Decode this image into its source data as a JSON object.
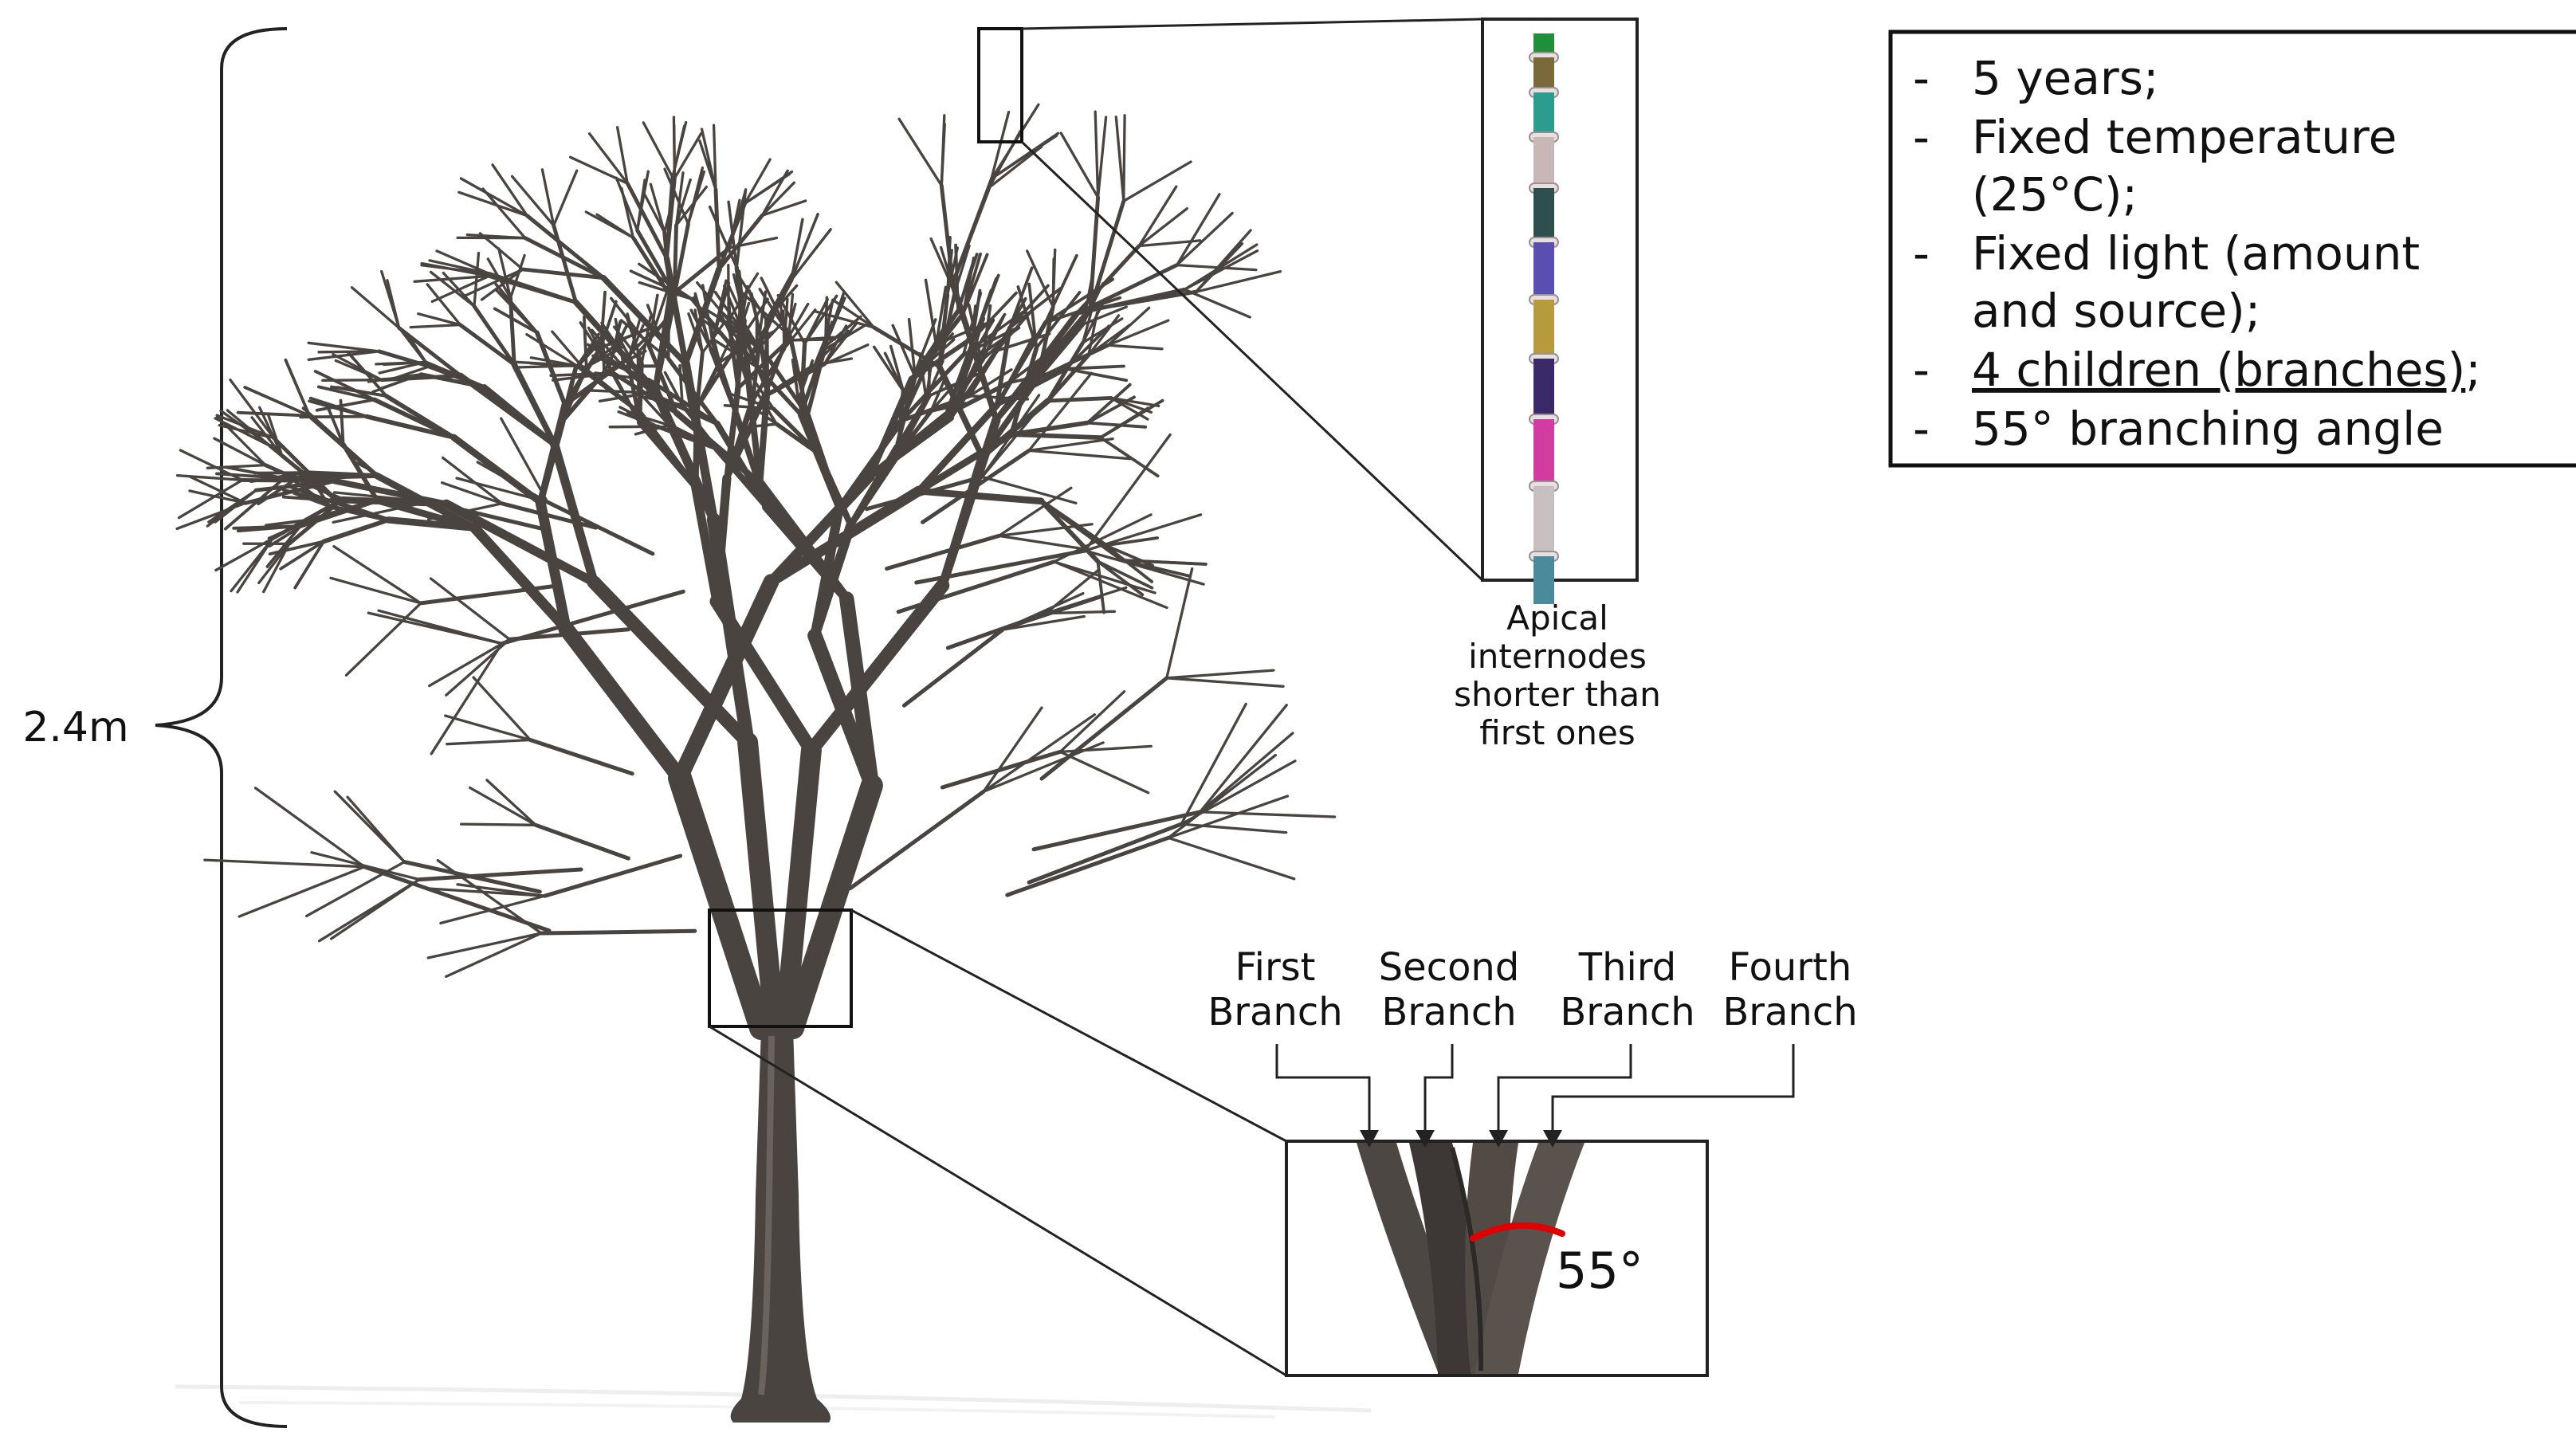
{
  "height_label": "2.4m",
  "conditions": [
    {
      "bullet": "-",
      "lines": [
        "5 years;"
      ]
    },
    {
      "bullet": "-",
      "lines": [
        "Fixed temperature",
        "(25°C);"
      ]
    },
    {
      "bullet": "-",
      "lines": [
        "Fixed light (amount",
        "and source);"
      ]
    },
    {
      "bullet": "-",
      "lines": [
        "4 children (branches)",
        ";"
      ],
      "underline_first": true
    },
    {
      "bullet": "-",
      "lines": [
        "55° branching angle"
      ]
    }
  ],
  "apical_caption": [
    "Apical",
    "internodes",
    "shorter than",
    "first ones"
  ],
  "branches": [
    {
      "line1": "First",
      "line2": "Branch"
    },
    {
      "line1": "Second",
      "line2": "Branch"
    },
    {
      "line1": "Third",
      "line2": "Branch"
    },
    {
      "line1": "Fourth",
      "line2": "Branch"
    }
  ],
  "angle_label": "55°",
  "colors": {
    "bark": "#4a4440",
    "bark_dark": "#2e2a27",
    "angle_arc": "#e00000",
    "segments": [
      "#1f8f3a",
      "#7a6a3a",
      "#2a9d8f",
      "#c9b7b7",
      "#2f4f4f",
      "#5a4fb0",
      "#b69a3c",
      "#3a2a6a",
      "#d23ca0",
      "#c8c0c0",
      "#4a8a9a"
    ]
  }
}
